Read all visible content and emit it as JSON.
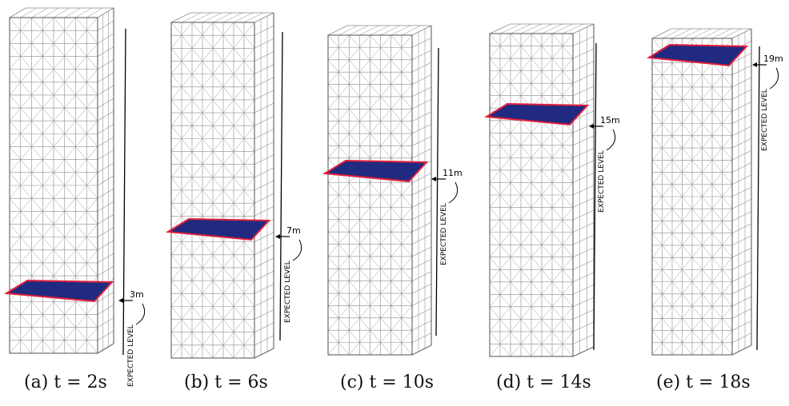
{
  "panels": [
    {
      "caption": "(a) t = 2s",
      "level_label": "3m",
      "expected_label": "EXPECTED LEVEL",
      "level_m": 3
    },
    {
      "caption": "(b) t = 6s",
      "level_label": "7m",
      "expected_label": "EXPECTED LEVEL",
      "level_m": 7
    },
    {
      "caption": "(c) t = 10s",
      "level_label": "11m",
      "expected_label": "EXPECTED LEVEL",
      "level_m": 11
    },
    {
      "caption": "(d) t = 14s",
      "level_label": "15m",
      "expected_label": "EXPECTED LEVEL",
      "level_m": 15
    },
    {
      "caption": "(e) t = 18s",
      "level_label": "19m",
      "expected_label": "EXPECTED LEVEL",
      "level_m": 19
    }
  ],
  "colors": {
    "mesh": "#8a8a8a",
    "water_fill": "#1f2a80",
    "water_edge": "#e0203a",
    "marker": "#000000"
  }
}
